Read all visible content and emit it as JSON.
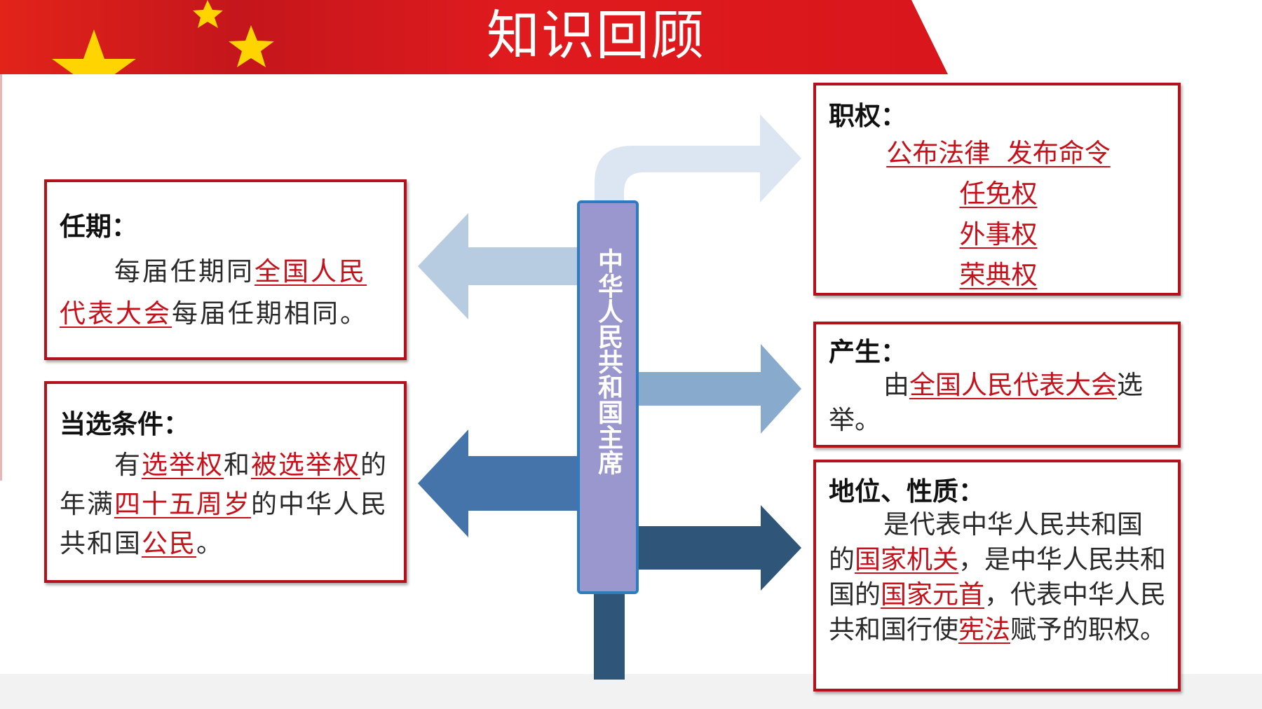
{
  "banner": {
    "title": "知识回顾"
  },
  "center": {
    "label": "中华人民共和国主席"
  },
  "term_box": {
    "heading": "任期：",
    "text_1": "每届任期同",
    "highlight_1": "全国人民代表大会",
    "text_2": "每届任期相同。"
  },
  "eligibility_box": {
    "heading": "当选条件：",
    "text_1": "有",
    "highlight_1": "选举权",
    "text_2": "和",
    "highlight_2": "被选举权",
    "text_3": "的年满",
    "highlight_3": "四十五周岁",
    "text_4": "的中华人民共和国",
    "highlight_4": "公民",
    "text_5": "。"
  },
  "powers_box": {
    "heading": "职权：",
    "items": [
      "公布法律  发布命令",
      "任免权",
      "外事权",
      "荣典权"
    ]
  },
  "election_box": {
    "heading": "产生：",
    "text_1": "由",
    "highlight_1": "全国人民代表大会",
    "text_2": "选举。"
  },
  "status_box": {
    "heading": "地位、性质：",
    "text_1": "是代表中华人民共和国的",
    "highlight_1": "国家机关",
    "text_2": "，是中华人民共和国的",
    "highlight_2": "国家元首",
    "text_3": "，代表中华人民共和国行使",
    "highlight_3": "宪法",
    "text_4": "赋予的职权。"
  },
  "colors": {
    "banner_red": "#d8161b",
    "box_border": "#b3121c",
    "highlight": "#c8101a",
    "center_fill": "#9a97ce",
    "center_border": "#2d7cc0"
  }
}
